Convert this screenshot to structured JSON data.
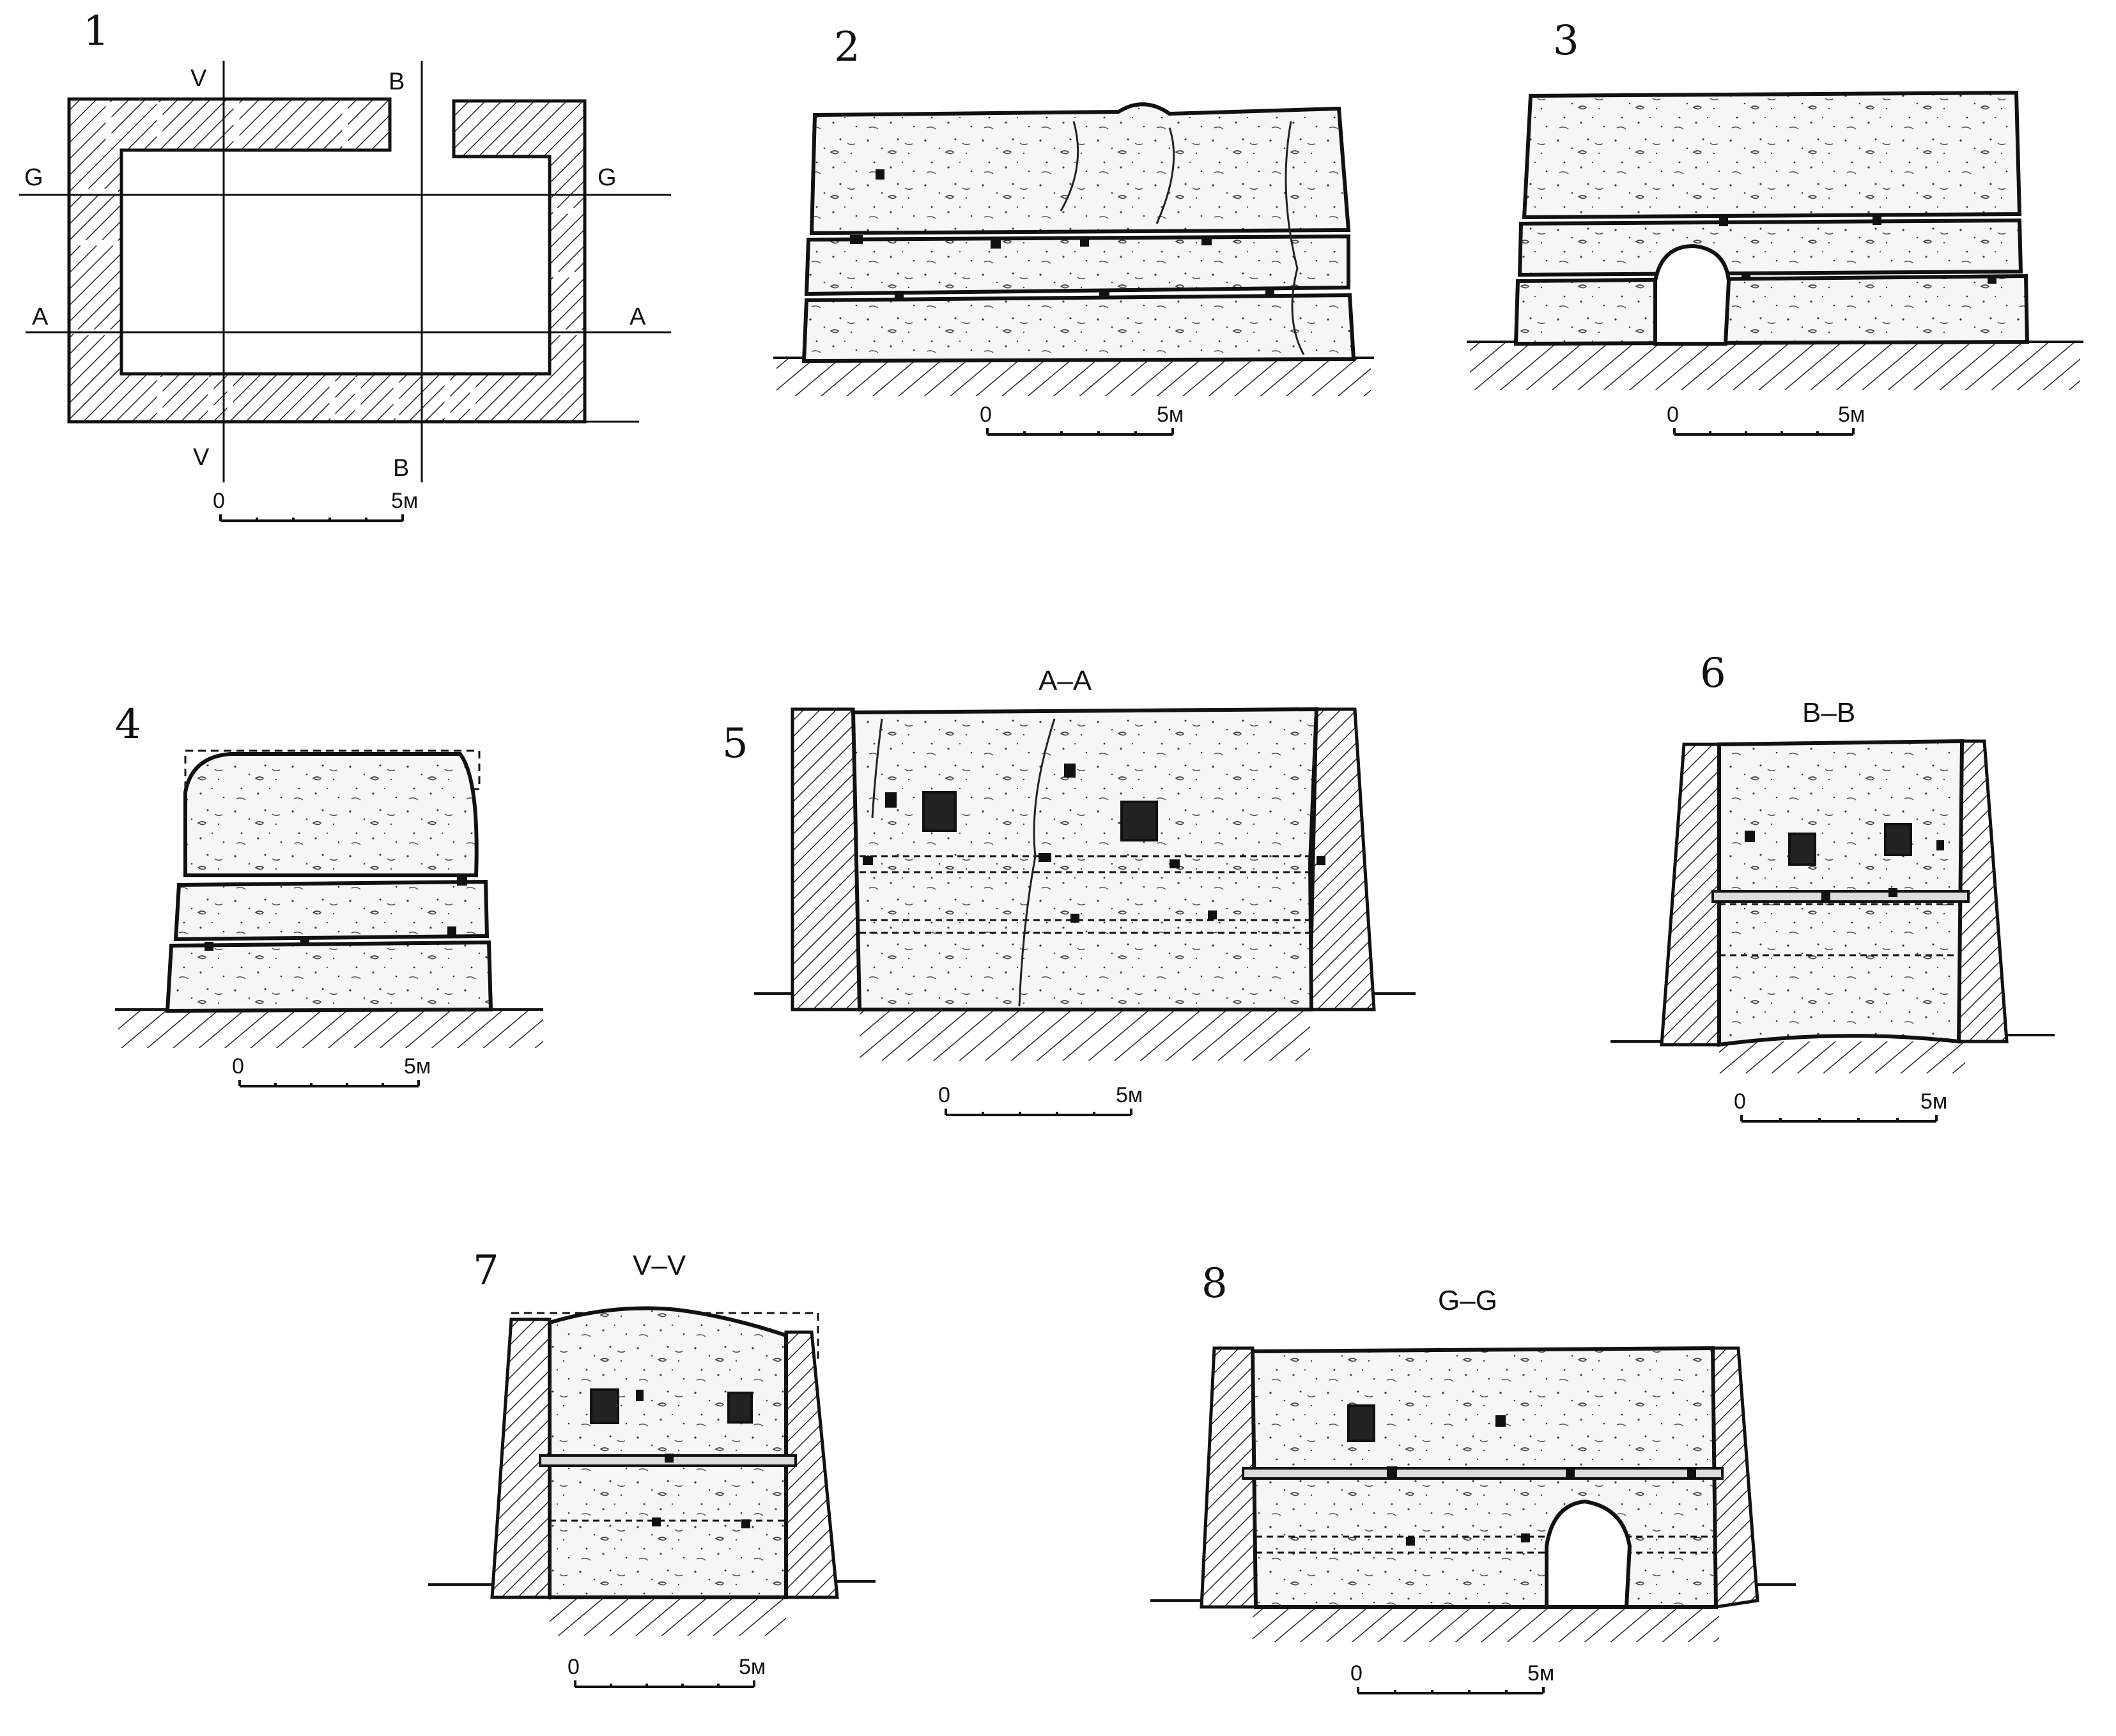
{
  "figures": [
    {
      "number": "1",
      "type": "plan"
    },
    {
      "number": "2",
      "type": "elevation"
    },
    {
      "number": "3",
      "type": "elevation"
    },
    {
      "number": "4",
      "type": "elevation"
    },
    {
      "number": "5",
      "type": "section",
      "section_label": "A–A"
    },
    {
      "number": "6",
      "type": "section",
      "section_label": "B–B"
    },
    {
      "number": "7",
      "type": "section",
      "section_label": "V–V"
    },
    {
      "number": "8",
      "type": "section",
      "section_label": "G–G"
    }
  ],
  "plan_labels": {
    "v": "V",
    "b": "B",
    "g": "G",
    "a": "A"
  },
  "scale_bar": {
    "start": "0",
    "end": "5м"
  }
}
